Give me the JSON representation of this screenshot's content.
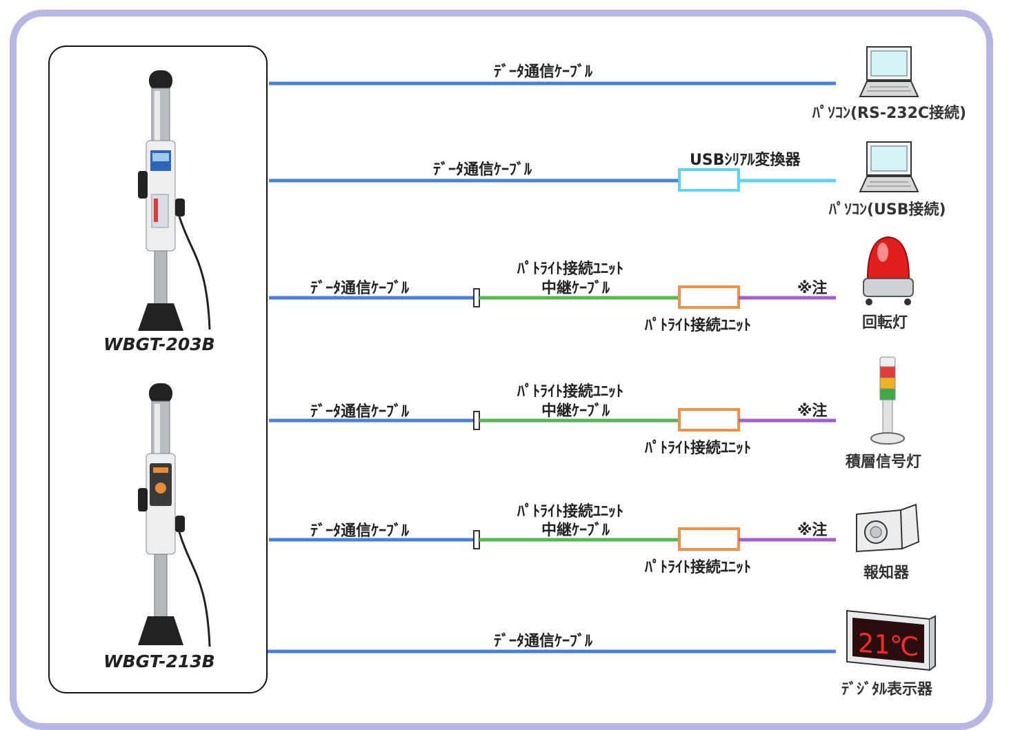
{
  "devices": [
    {
      "model": "WBGT-203B"
    },
    {
      "model": "WBGT-213B"
    }
  ],
  "colors": {
    "frame": "#b5b6e2",
    "data_cable": "#4a7fe0",
    "relay_cable": "#53b84e",
    "purple_cable": "#a65ccc",
    "usb_box": "#5fd3ef",
    "patlite_box": "#f5904a"
  },
  "connections": [
    {
      "cable_label": "ﾃﾞｰﾀ通信ｹｰﾌﾞﾙ",
      "target_label": "ﾊﾟｿｺﾝ(RS-232C接続)",
      "target_icon": "laptop-icon"
    },
    {
      "cable_label": "ﾃﾞｰﾀ通信ｹｰﾌﾞﾙ",
      "converter_label": "USBｼﾘｱﾙ変換器",
      "target_label": "ﾊﾟｿｺﾝ(USB接続)",
      "target_icon": "laptop-icon"
    },
    {
      "cable_label": "ﾃﾞｰﾀ通信ｹｰﾌﾞﾙ",
      "relay_label_1": "ﾊﾟﾄﾗｲﾄ接続ﾕﾆｯﾄ",
      "relay_label_2": "中継ｹｰﾌﾞﾙ",
      "unit_label": "ﾊﾟﾄﾗｲﾄ接続ﾕﾆｯﾄ",
      "note": "※注",
      "target_label": "回転灯",
      "target_icon": "rotating-light-icon"
    },
    {
      "cable_label": "ﾃﾞｰﾀ通信ｹｰﾌﾞﾙ",
      "relay_label_1": "ﾊﾟﾄﾗｲﾄ接続ﾕﾆｯﾄ",
      "relay_label_2": "中継ｹｰﾌﾞﾙ",
      "unit_label": "ﾊﾟﾄﾗｲﾄ接続ﾕﾆｯﾄ",
      "note": "※注",
      "target_label": "積層信号灯",
      "target_icon": "signal-tower-icon"
    },
    {
      "cable_label": "ﾃﾞｰﾀ通信ｹｰﾌﾞﾙ",
      "relay_label_1": "ﾊﾟﾄﾗｲﾄ接続ﾕﾆｯﾄ",
      "relay_label_2": "中継ｹｰﾌﾞﾙ",
      "unit_label": "ﾊﾟﾄﾗｲﾄ接続ﾕﾆｯﾄ",
      "note": "※注",
      "target_label": "報知器",
      "target_icon": "alarm-siren-icon"
    },
    {
      "cable_label": "ﾃﾞｰﾀ通信ｹｰﾌﾞﾙ",
      "target_label": "ﾃﾞｼﾞﾀﾙ表示器",
      "target_icon": "digital-display-icon",
      "display_value": "21℃"
    }
  ]
}
